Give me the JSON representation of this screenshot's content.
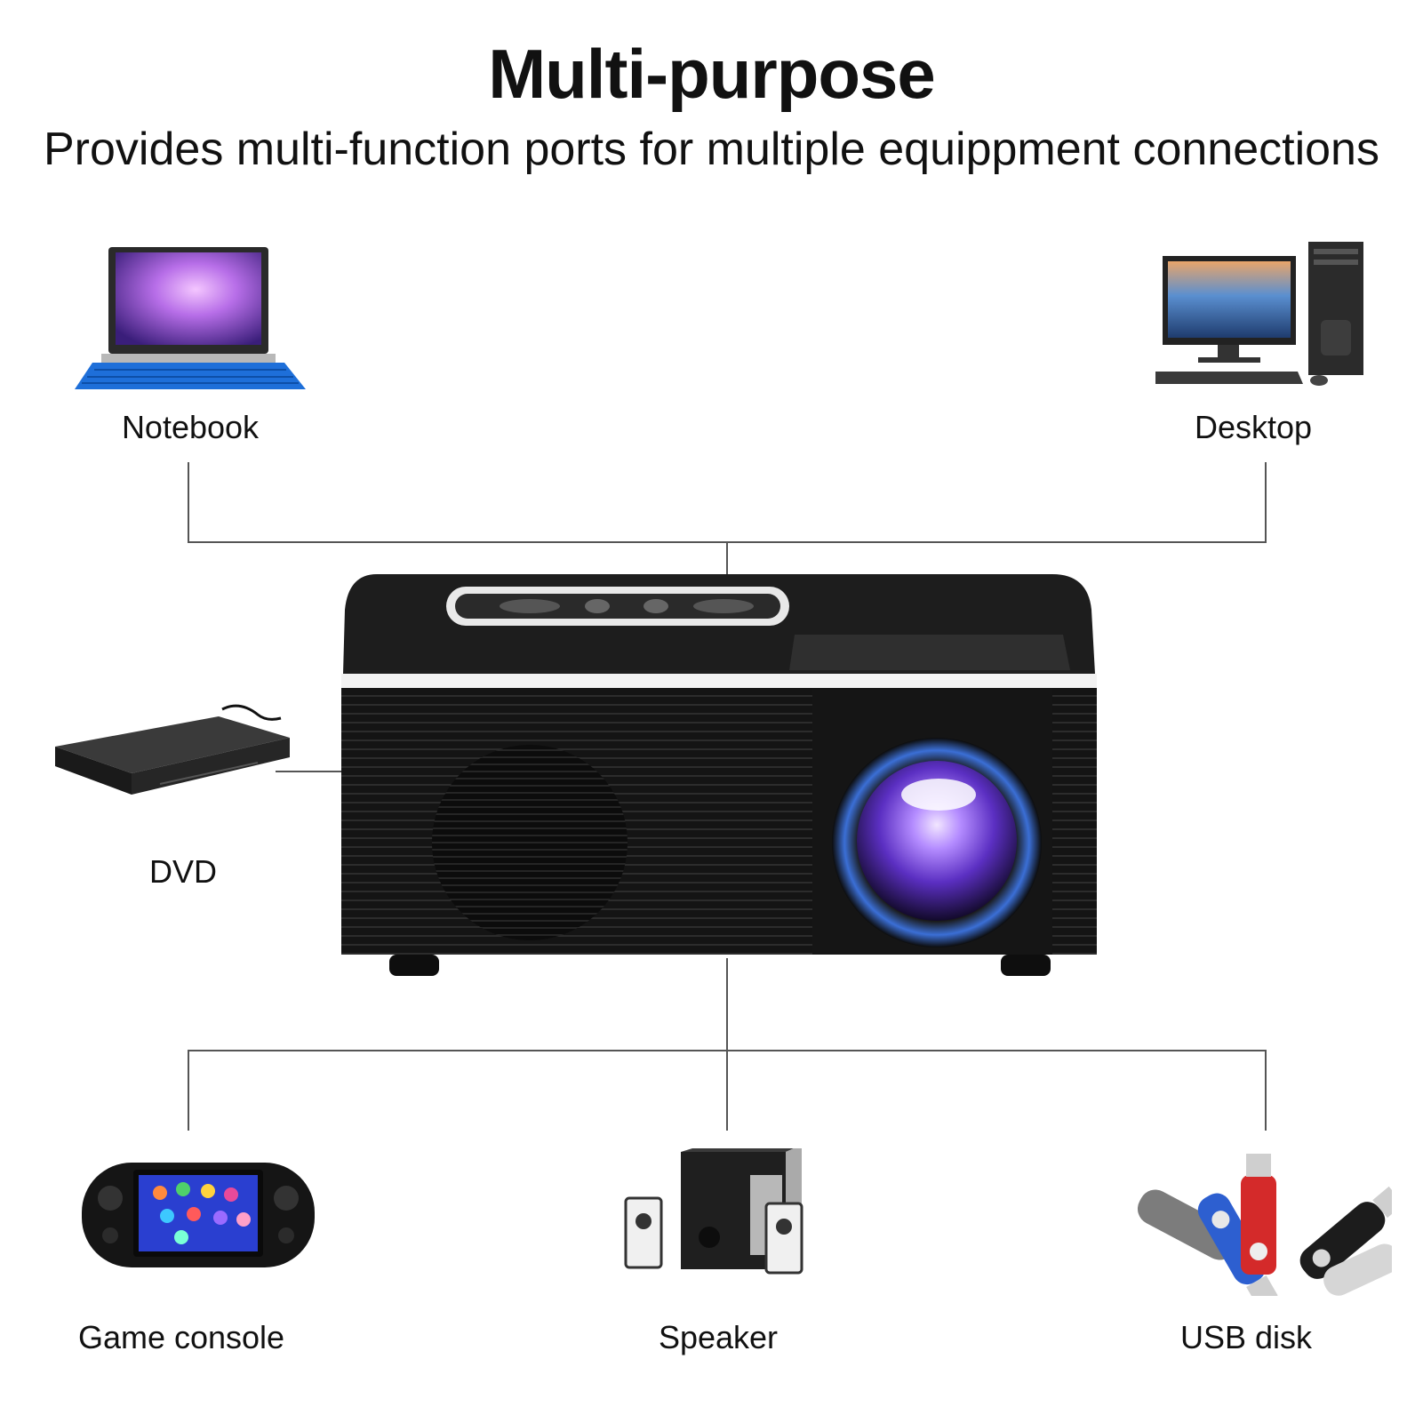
{
  "header": {
    "title": "Multi-purpose",
    "subtitle": "Provides multi-function ports for multiple equippment connections"
  },
  "devices": {
    "notebook": {
      "label": "Notebook",
      "icon": "laptop-icon"
    },
    "desktop": {
      "label": "Desktop",
      "icon": "desktop-computer-icon"
    },
    "dvd": {
      "label": "DVD",
      "icon": "dvd-player-icon"
    },
    "game_console": {
      "label": "Game console",
      "icon": "handheld-console-icon"
    },
    "speaker": {
      "label": "Speaker",
      "icon": "speaker-set-icon"
    },
    "usb_disk": {
      "label": "USB disk",
      "icon": "usb-drive-icon"
    }
  },
  "center": {
    "icon": "mini-projector-icon"
  },
  "colors": {
    "line": "#555555",
    "projector_body": "#1a1a1a",
    "lens": "#7a4cd8",
    "laptop_deck": "#1e6fd9"
  }
}
